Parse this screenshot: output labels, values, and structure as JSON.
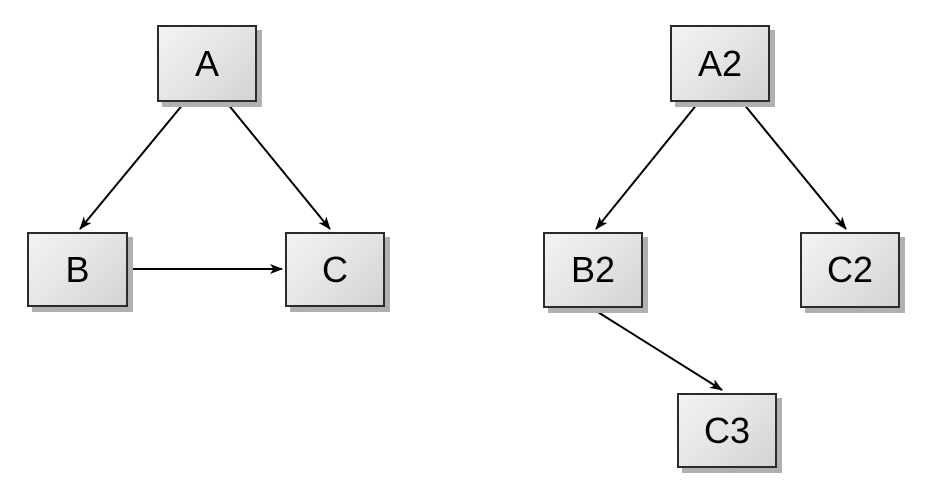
{
  "page": {
    "background": "#ffffff"
  },
  "colors": {
    "node_fill_light": "#f3f3f3",
    "node_fill_dark": "#d3d3d3",
    "node_border": "#2b2b2b",
    "node_shadow": "#b0b0b0",
    "edge_stroke": "#000000",
    "label_text": "#000000"
  },
  "diagrams": [
    {
      "name": "left-graph",
      "nodes": [
        {
          "id": "A",
          "label": "A"
        },
        {
          "id": "B",
          "label": "B"
        },
        {
          "id": "C",
          "label": "C"
        }
      ],
      "edges": [
        {
          "from": "A",
          "to": "B"
        },
        {
          "from": "A",
          "to": "C"
        },
        {
          "from": "B",
          "to": "C"
        }
      ]
    },
    {
      "name": "right-graph",
      "nodes": [
        {
          "id": "A2",
          "label": "A2"
        },
        {
          "id": "B2",
          "label": "B2"
        },
        {
          "id": "C2",
          "label": "C2"
        },
        {
          "id": "C3",
          "label": "C3"
        }
      ],
      "edges": [
        {
          "from": "A2",
          "to": "B2"
        },
        {
          "from": "A2",
          "to": "C2"
        },
        {
          "from": "B2",
          "to": "C3"
        }
      ]
    }
  ]
}
